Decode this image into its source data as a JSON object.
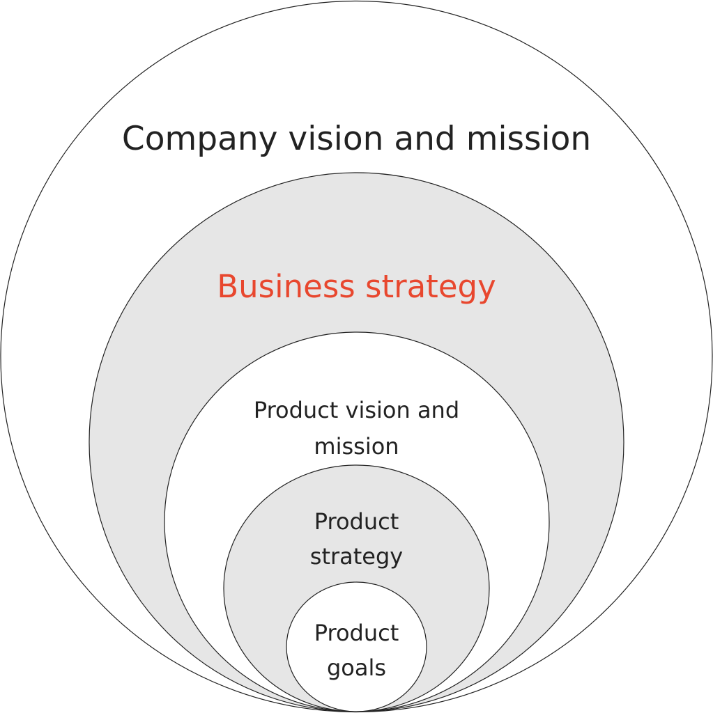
{
  "colors": {
    "fill_gray": "#e6e6e6",
    "fill_white": "#ffffff",
    "stroke": "#222222",
    "accent": "#e8472e"
  },
  "layers": [
    {
      "id": "company",
      "line1": "Company vision and mission"
    },
    {
      "id": "business",
      "line1": "Business strategy"
    },
    {
      "id": "product-vision",
      "line1": "Product vision and",
      "line2": "mission"
    },
    {
      "id": "product-strategy",
      "line1": "Product",
      "line2": "strategy"
    },
    {
      "id": "product-goals",
      "line1": "Product",
      "line2": "goals"
    }
  ]
}
